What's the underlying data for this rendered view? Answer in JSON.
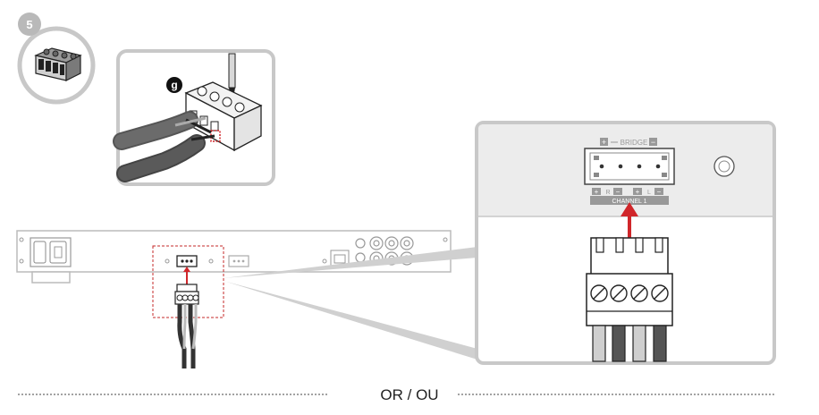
{
  "step": {
    "number": "5"
  },
  "detail": {
    "callout_letter": "g"
  },
  "amp_panel": {
    "bridge_label": "BRIDGE",
    "bridge_plus": "+",
    "bridge_minus": "−",
    "channel_label": "CHANNEL 1",
    "r_plus": "+",
    "r_letter": "R",
    "r_minus": "−",
    "l_plus": "+",
    "l_letter": "L",
    "l_minus": "−"
  },
  "separator": {
    "text": "OR  /  OU"
  },
  "colors": {
    "panel_fill": "#ececec",
    "panel_stroke": "#c8c8c8",
    "arrow_red": "#d0262a",
    "wire_dark": "#333333",
    "wire_light": "#cfcfcf"
  },
  "icons": [
    "step-badge",
    "terminal-block-icon",
    "screwdriver-icon",
    "red-arrow-icon",
    "rca-jack-icon",
    "power-inlet-icon"
  ]
}
